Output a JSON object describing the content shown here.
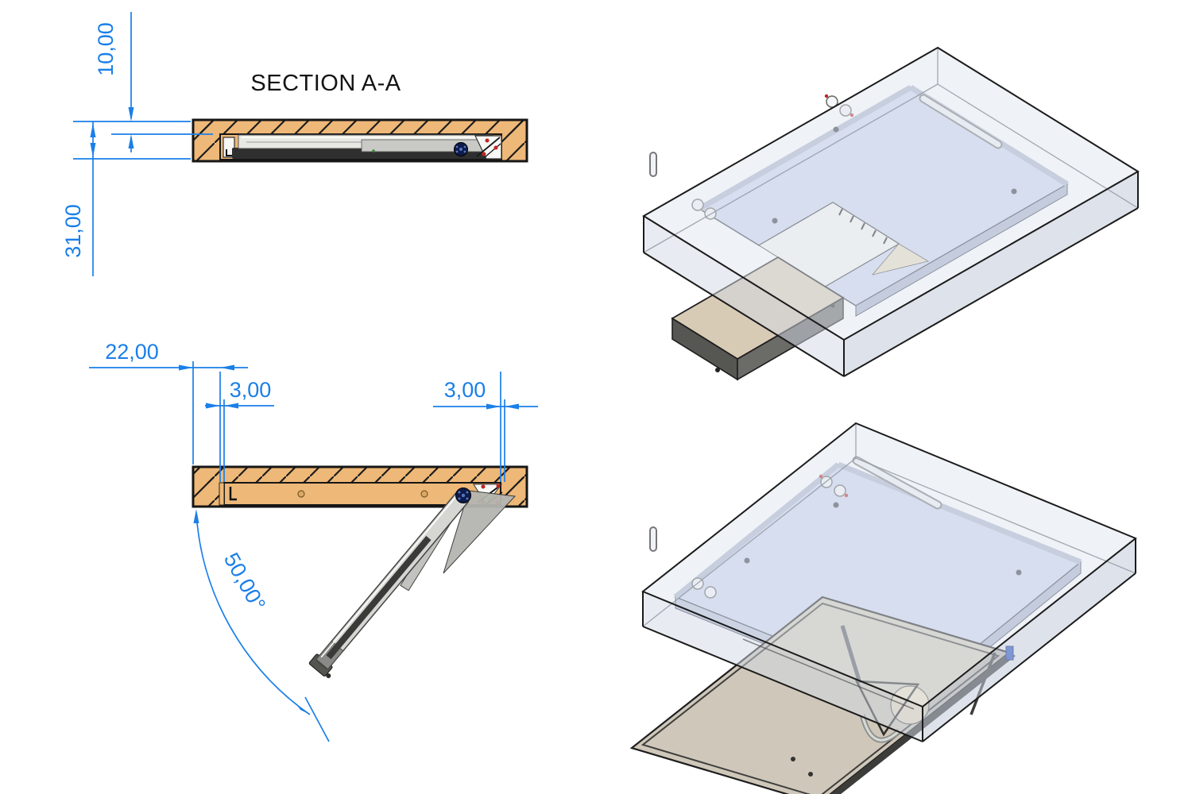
{
  "drawing": {
    "section_label": "SECTION A-A",
    "dimensions": {
      "lid_thickness": "10,00",
      "panel_thickness": "31,00",
      "edge_offset": "22,00",
      "gap_left": "3,00",
      "gap_right": "3,00",
      "opening_angle": "50,00°"
    },
    "colors": {
      "dimension_blue": "#1a7fe8",
      "wood_tan": "#eeb878",
      "outline_black": "#161616",
      "cavity_cream": "#fbf0e6",
      "plate_light_blue": "#cdd7f1",
      "tray_tan": "#d8cbb6",
      "flap_greige": "#cfc8ba",
      "glass_gray": "#dfe5ee",
      "slide_dark_gray": "#2f2f2f",
      "slide_light_gray": "#e8e8e4",
      "pivot_navy": "#0d1b4d",
      "marker_red": "#c42323"
    }
  }
}
